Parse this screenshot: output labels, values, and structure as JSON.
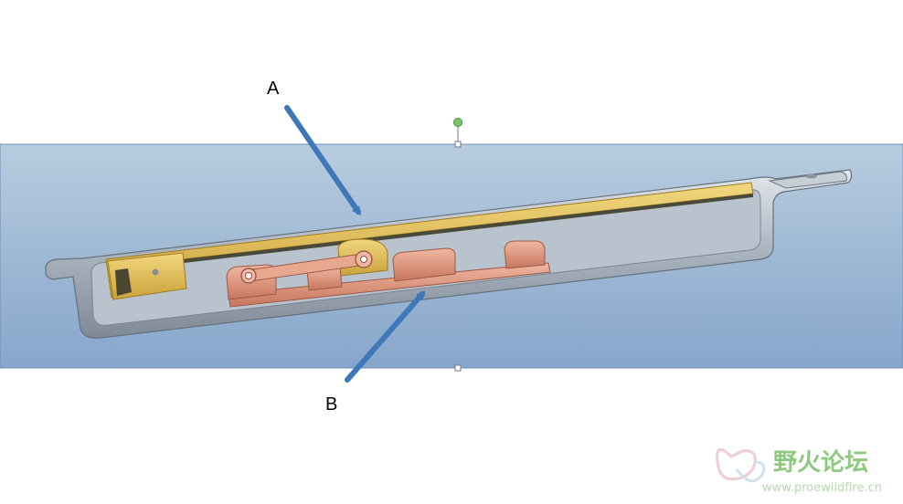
{
  "labels": {
    "a": "A",
    "b": "B"
  },
  "watermark": {
    "site_name": "野火论坛",
    "url": "www.proewildfire.cn"
  },
  "colors": {
    "band_top": "#b7cbe0",
    "band_bottom": "#87a7cc",
    "arrow": "#3f78b8",
    "yellow_part": "#e8c35a",
    "copper_part": "#d9907a",
    "housing": "#b9c2cc",
    "handle": "#7cc36a"
  }
}
